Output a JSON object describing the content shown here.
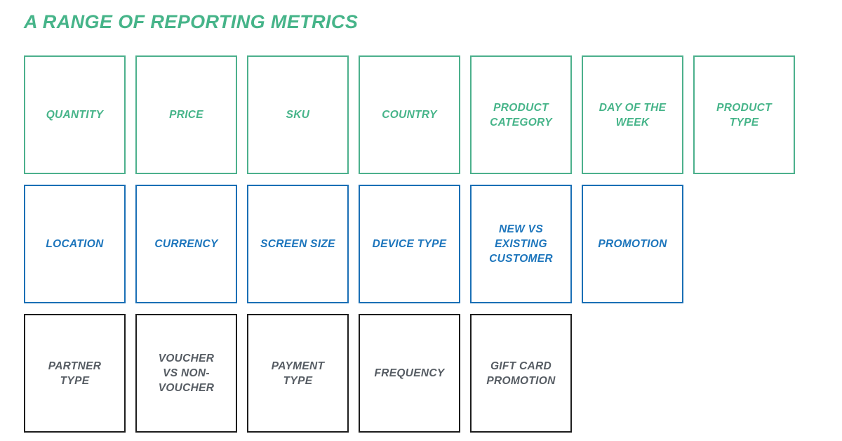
{
  "page": {
    "title": "A RANGE OF REPORTING METRICS",
    "background_color": "#ffffff"
  },
  "theme": {
    "green_border": "#4cb08c",
    "green_text": "#46b489",
    "blue_border": "#1a6fb5",
    "blue_text": "#1c75bc",
    "dark_border": "#1d1d1d",
    "dark_text": "#565c63"
  },
  "rows": [
    {
      "name": "green-row",
      "border_color": "#4cb08c",
      "text_color": "#46b489",
      "cards": [
        {
          "label": "QUANTITY"
        },
        {
          "label": "PRICE"
        },
        {
          "label": "SKU"
        },
        {
          "label": "COUNTRY"
        },
        {
          "label": "PRODUCT\nCATEGORY"
        },
        {
          "label": "DAY OF THE\nWEEK"
        },
        {
          "label": "PRODUCT\nTYPE"
        }
      ]
    },
    {
      "name": "blue-row",
      "border_color": "#1a6fb5",
      "text_color": "#1c75bc",
      "cards": [
        {
          "label": "LOCATION"
        },
        {
          "label": "CURRENCY"
        },
        {
          "label": "SCREEN SIZE"
        },
        {
          "label": "DEVICE TYPE"
        },
        {
          "label": "NEW VS\nEXISTING\nCUSTOMER"
        },
        {
          "label": "PROMOTION"
        }
      ]
    },
    {
      "name": "dark-row",
      "border_color": "#1d1d1d",
      "text_color": "#565c63",
      "cards": [
        {
          "label": "PARTNER\nTYPE"
        },
        {
          "label": "VOUCHER\nVS NON-\nVOUCHER"
        },
        {
          "label": "PAYMENT\nTYPE"
        },
        {
          "label": "FREQUENCY"
        },
        {
          "label": "GIFT CARD\nPROMOTION"
        }
      ]
    }
  ]
}
